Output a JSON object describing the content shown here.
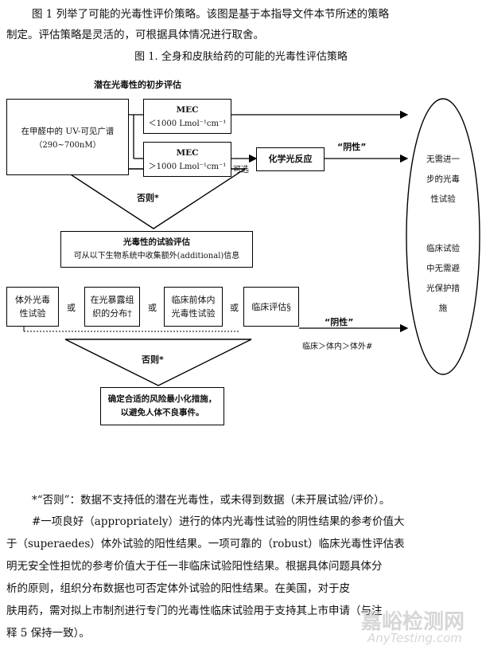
{
  "intro": {
    "line1": "图 1 列举了可能的光毒性评价策略。该图是基于本指导文件本节所述的策略",
    "line2": "制定。评估策略是灵活的，可根据具体情况进行取舍。"
  },
  "figure": {
    "caption": "图 1. 全身和皮肤给药的可能的光毒性评估策略",
    "initial_eval_title": "潜在光毒性的初步评估",
    "uv_box": {
      "line1": "在甲醛中的 UV-可见广谱",
      "line2": "（290~700nM）"
    },
    "mec_low": {
      "label": "MEC",
      "value": "＜1000 Lmol⁻¹cm⁻¹"
    },
    "mec_high": {
      "label": "MEC",
      "value": "＞1000 Lmol⁻¹cm⁻¹"
    },
    "optional": "可选",
    "chem_reaction": "化学光反应",
    "negative1": "“阴性”",
    "otherwise1": "否则*",
    "test_eval": {
      "title": "光毒性的试验评估",
      "subtitle": "可从以下生物系统中收集额外(additional)信息"
    },
    "in_vitro": {
      "line1": "体外光毒",
      "line2": "性试验"
    },
    "or1": "或",
    "tissue": {
      "line1": "在光暴露组",
      "line2": "织的分布†"
    },
    "or2": "或",
    "preclinical": {
      "line1": "临床前体内",
      "line2": "光毒性试验"
    },
    "or3": "或",
    "clinical": "临床评估§",
    "negative2": "“阴性”",
    "priority": "临床＞体内＞体外#",
    "otherwise2": "否则*",
    "risk": {
      "line1": "确定合适的风险最小化措施，",
      "line2": "以避免人体不良事件。"
    },
    "ellipse": {
      "top": [
        "无需进一",
        "步的光毒",
        "性试验"
      ],
      "bottom": [
        "临床试验",
        "中无需避",
        "光保护措",
        "施"
      ]
    }
  },
  "notes": {
    "n1": "*“否则”：数据不支持低的潜在光毒性，或未得到数据（未开展试验/评价）。",
    "n2_l1": "#一项良好（appropriately）进行的体内光毒性试验的阴性结果的参考价值大",
    "n2_l2": "于（superaedes）体外试验的阳性结果。一项可靠的（robust）临床光毒性评估表",
    "n2_l3": "明无安全性担忧的参考价值大于任一非临床试验阳性结果。根据具体问题具体分",
    "n2_l4": "析的原则，组织分布数据也可否定体外试验的阳性结果。在美国，对于皮",
    "n2_l5": "肤用药，需对拟上市制剂进行专门的光毒性临床试验用于支持其上市申请（与注",
    "n2_l6": "释 5 保持一致）。"
  },
  "watermark": {
    "cn": "嘉峪检测网",
    "en": "AnyTesting.com"
  }
}
